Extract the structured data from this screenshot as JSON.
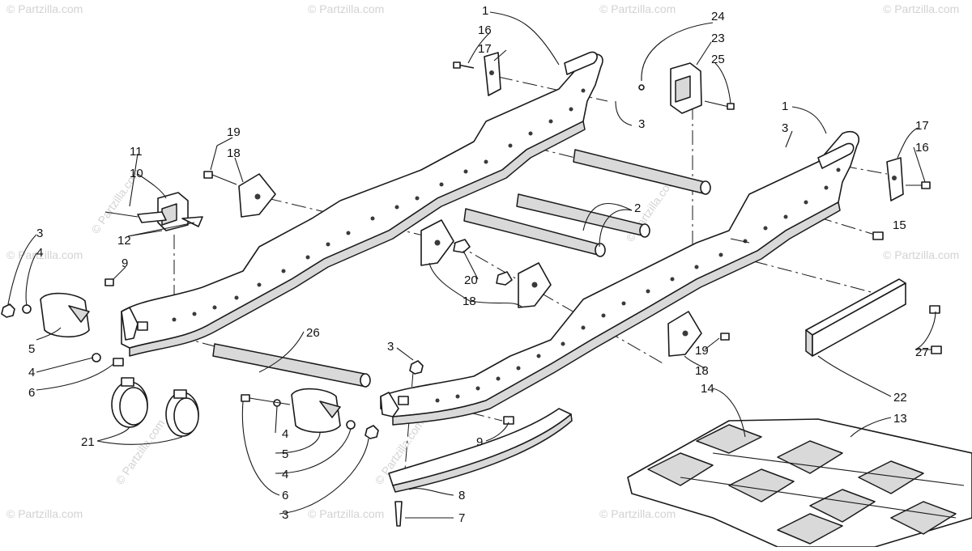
{
  "watermark": "© Partzilla.com",
  "callouts": {
    "c1a": "1",
    "c1b": "1",
    "c2": "2",
    "c3a": "3",
    "c3b": "3",
    "c3c": "3",
    "c3d": "3",
    "c3e": "3",
    "c4a": "4",
    "c4b": "4",
    "c4c": "4",
    "c4d": "4",
    "c5a": "5",
    "c5b": "5",
    "c6a": "6",
    "c6b": "6",
    "c7": "7",
    "c8": "8",
    "c9a": "9",
    "c9b": "9",
    "c10": "10",
    "c11": "11",
    "c12": "12",
    "c13": "13",
    "c14": "14",
    "c15": "15",
    "c16a": "16",
    "c16b": "16",
    "c17a": "17",
    "c17b": "17",
    "c18a": "18",
    "c18b": "18",
    "c18c": "18",
    "c19a": "19",
    "c19b": "19",
    "c20": "20",
    "c21": "21",
    "c22": "22",
    "c23": "23",
    "c24": "24",
    "c25": "25",
    "c26": "26",
    "c27": "27"
  }
}
